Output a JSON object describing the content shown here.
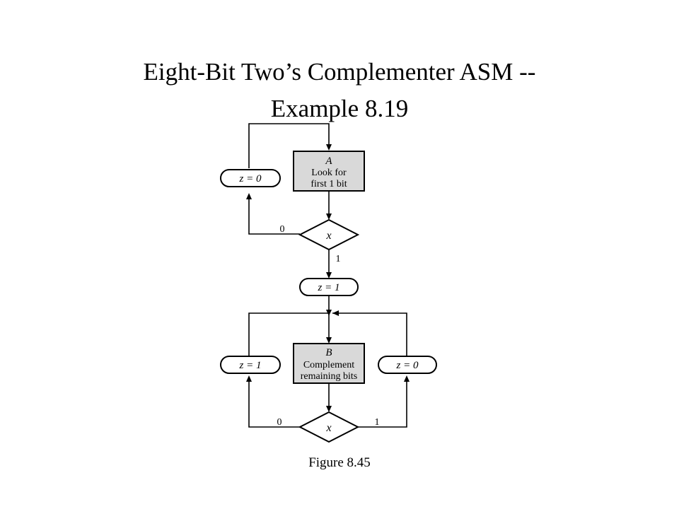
{
  "title": {
    "line1": "Eight-Bit Two’s Complementer ASM --",
    "line2": "Example 8.19"
  },
  "diagram": {
    "state_a": {
      "name": "A",
      "line1": "Look for",
      "line2": "first 1 bit"
    },
    "state_b": {
      "name": "B",
      "line1": "Complement",
      "line2": "remaining bits"
    },
    "decision_a": {
      "label": "x",
      "branch_0": "0",
      "branch_1": "1"
    },
    "decision_b": {
      "label": "x",
      "branch_0": "0",
      "branch_1": "1"
    },
    "output_a0": "z = 0",
    "output_a1": "z = 1",
    "output_b_left": "z = 1",
    "output_b_right": "z = 0"
  },
  "caption": "Figure 8.45"
}
